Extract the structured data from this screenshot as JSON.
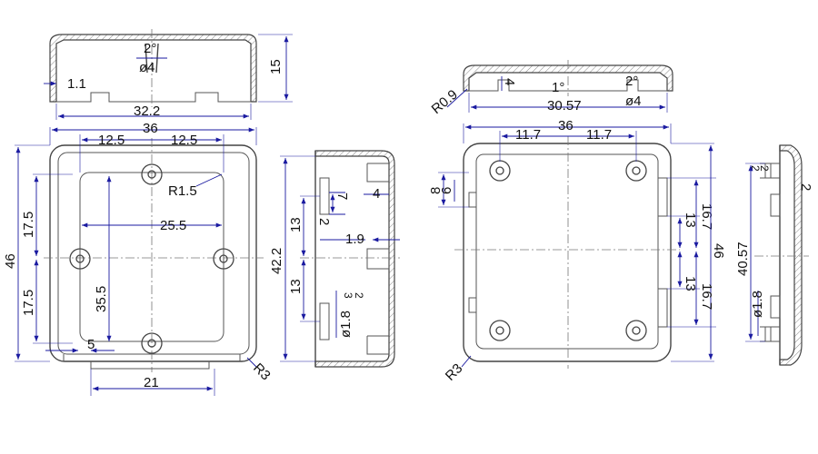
{
  "views": {
    "top_left": {
      "height": "15",
      "draft_angle": "2°",
      "hole_dia": "ø4",
      "wall": "1.1",
      "width": "32.2"
    },
    "front_left": {
      "width": "36",
      "half_left": "12.5",
      "half_right": "12.5",
      "corner_inner": "R1.5",
      "hole_span": "25.5",
      "height": "46",
      "upper": "17.5",
      "lower": "17.5",
      "vertical_span": "35.5",
      "offset": "5",
      "slot": "21",
      "corner_outer": "R3"
    },
    "side_middle": {
      "height": "42.2",
      "upper": "13",
      "lower": "13",
      "rib_a": "7",
      "rib_b": "2",
      "wall_right": "4",
      "lip": "1.9",
      "small_a": "3",
      "small_b": "2",
      "hole_dia": "ø1.8"
    },
    "top_right": {
      "edge_radius": "R0.9",
      "depth": "4",
      "draft_angle": "1°",
      "draft_angle_b": "2°",
      "hole_dia": "ø4",
      "width": "30.57"
    },
    "front_right": {
      "width": "36",
      "half_left": "11.7",
      "half_right": "11.7",
      "rib_a": "8",
      "rib_b": "6",
      "upper_a": "13",
      "upper_b": "16.7",
      "height": "46",
      "lower_a": "13",
      "lower_b": "16.7",
      "corner_outer": "R3"
    },
    "side_right": {
      "small_a": "2",
      "small_b": "2",
      "wall": "2",
      "height": "40.57",
      "hole_dia": "ø1.8"
    }
  }
}
